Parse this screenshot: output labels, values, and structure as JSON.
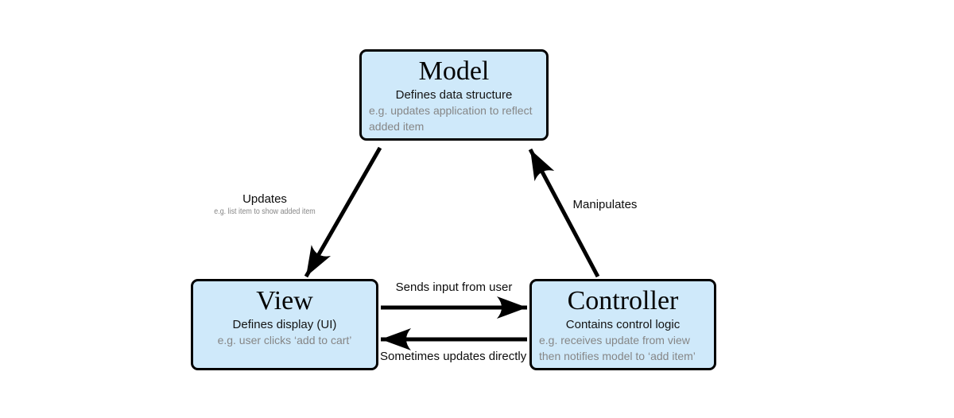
{
  "style": {
    "box_fill": "#cfe9fa",
    "box_border": "#000000",
    "arrow_color": "#000000",
    "muted_text": "#868686",
    "dark_text": "#141414",
    "canvas_bg": "#ffffff"
  },
  "nodes": {
    "model": {
      "title": "Model",
      "subtitle": "Defines data structure",
      "example_lines": [
        "e.g. updates application to reflect",
        "added item"
      ]
    },
    "view": {
      "title": "View",
      "subtitle": "Defines display (UI)",
      "example_lines": [
        "e.g. user clicks ‘add to cart’"
      ]
    },
    "controller": {
      "title": "Controller",
      "subtitle": "Contains control logic",
      "example_lines": [
        "e.g. receives update from view",
        "then notifies model to ‘add item’"
      ]
    }
  },
  "edges": {
    "model_to_view": {
      "label": "Updates",
      "sublabel": "e.g. list item to show added item"
    },
    "controller_to_model": {
      "label": "Manipulates"
    },
    "view_to_controller": {
      "label": "Sends input from user"
    },
    "controller_to_view": {
      "label": "Sometimes updates directly"
    }
  }
}
